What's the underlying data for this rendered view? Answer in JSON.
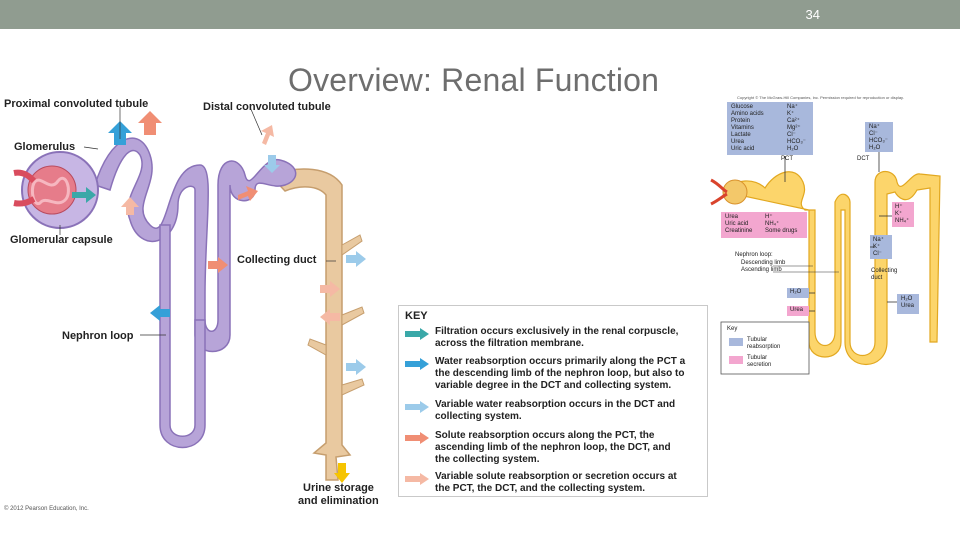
{
  "slide": {
    "number": "34",
    "title": "Overview: Renal Function"
  },
  "labels": {
    "pct": "Proximal convoluted tubule",
    "dct": "Distal convoluted tubule",
    "glomerulus": "Glomerulus",
    "capsule": "Glomerular capsule",
    "collecting": "Collecting duct",
    "loop": "Nephron loop",
    "urine1": "Urine storage",
    "urine2": "and elimination"
  },
  "key": {
    "title": "KEY",
    "items": [
      {
        "color": "#3aa8a8",
        "line1": "Filtration occurs exclusively in the renal corpuscle,",
        "line2": "across the filtration membrane.",
        "line3": ""
      },
      {
        "color": "#35a0d8",
        "line1": "Water reabsorption occurs primarily along the PCT a",
        "line2": "the descending limb of the nephron loop, but also to",
        "line3": "variable degree in the DCT and collecting system."
      },
      {
        "color": "#9ccbea",
        "line1": "Variable water reabsorption occurs in the DCT and",
        "line2": "collecting system.",
        "line3": ""
      },
      {
        "color": "#f08e74",
        "line1": "Solute reabsorption occurs along the PCT,  the",
        "line2": "ascending limb of the nephron loop, the DCT, and",
        "line3": "the collecting system."
      },
      {
        "color": "#f5b9a4",
        "line1": "Variable solute reabsorption or secretion occurs at",
        "line2": "the PCT, the DCT, and the collecting system.",
        "line3": ""
      }
    ]
  },
  "copyright": "© 2012 Pearson Education, Inc.",
  "right_figure": {
    "copyright": "Copyright © The McGraw-Hill Companies, Inc. Permission required for reproduction or display.",
    "box1_left": [
      "Glucose",
      "Amino acids",
      "Protein",
      "Vitamins",
      "Lactate",
      "Urea",
      "Uric acid"
    ],
    "box1_right": [
      "Na⁺",
      "K⁺",
      "Ca²⁺",
      "Mg²⁺",
      "Cl⁻",
      "HCO₃⁻",
      "H₂O"
    ],
    "box2": [
      "Na⁺",
      "Cl⁻",
      "HCO₃⁻",
      "H₂O"
    ],
    "box3_left": [
      "Urea",
      "Uric acid",
      "Creatinine"
    ],
    "box3_right": [
      "H⁺",
      "NH₄⁺",
      "Some drugs"
    ],
    "box4": [
      "H⁺",
      "K⁺",
      "NH₄⁺"
    ],
    "box5": [
      "Na⁺",
      "K⁺",
      "Cl⁻"
    ],
    "pct": "PCT",
    "dct": "DCT",
    "loop_title": "Nephron loop:",
    "descending": "Descending limb",
    "ascending": "Ascending limb",
    "collecting1": "Collecting",
    "collecting2": "duct",
    "water": "H₂O",
    "urea": "Urea",
    "box6": [
      "H₂O",
      "Urea"
    ],
    "legend_title": "Key",
    "legend_reab1": "Tubular",
    "legend_reab2": "reabsorption",
    "legend_sec1": "Tubular",
    "legend_sec2": "secretion",
    "reab_color": "#a8b8dc",
    "sec_color": "#f3a6cf"
  }
}
